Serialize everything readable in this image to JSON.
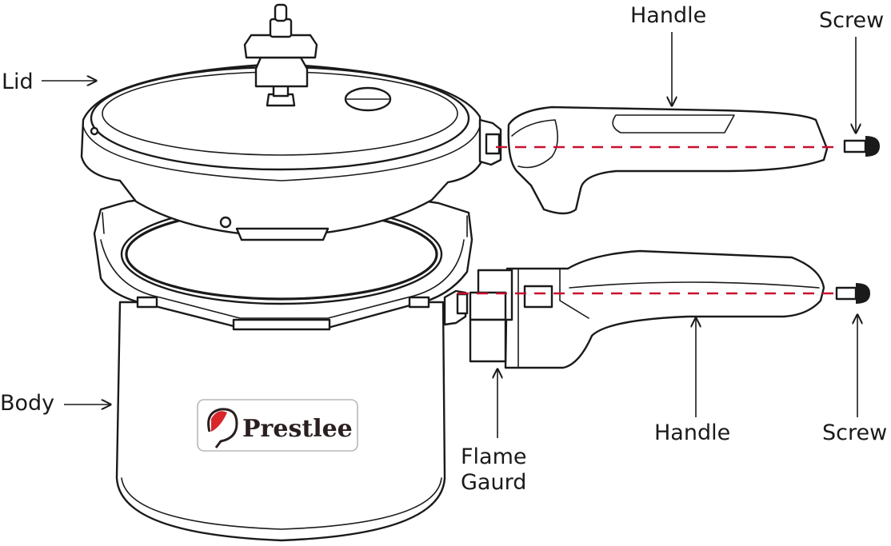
{
  "labels": {
    "lid": "Lid",
    "body": "Body",
    "handle_top": "Handle",
    "screw_top": "Screw",
    "handle_bottom": "Handle",
    "screw_bottom": "Screw",
    "flame_guard_line1": "Flame",
    "flame_guard_line2": "Gaurd"
  },
  "brand": {
    "name": "Prestlee",
    "logo_color": "#d8262b"
  },
  "colors": {
    "outline": "#1a1a1a",
    "dashed_line": "#c8102e"
  }
}
